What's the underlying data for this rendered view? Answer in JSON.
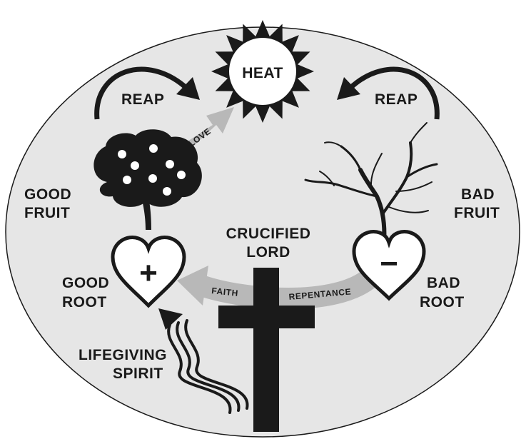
{
  "diagram": {
    "sun_label": "HEAT",
    "reap_left": "REAP",
    "reap_right": "REAP",
    "good_fruit_line1": "GOOD",
    "good_fruit_line2": "FRUIT",
    "bad_fruit_line1": "BAD",
    "bad_fruit_line2": "FRUIT",
    "good_root_line1": "GOOD",
    "good_root_line2": "ROOT",
    "bad_root_line1": "BAD",
    "bad_root_line2": "ROOT",
    "cross_line1": "CRUCIFIED",
    "cross_line2": "LORD",
    "spirit_line1": "LIFEGIVING",
    "spirit_line2": "SPIRIT",
    "love_arrow": "LOVE",
    "faith_arrow": "FAITH",
    "repentance_arrow": "REPENTANCE",
    "plus_symbol": "+",
    "minus_symbol": "−"
  },
  "colors": {
    "background_oval": "#e6e6e6",
    "ink": "#1a1a1a",
    "arrow_gray": "#b8b8b8",
    "white": "#ffffff"
  }
}
